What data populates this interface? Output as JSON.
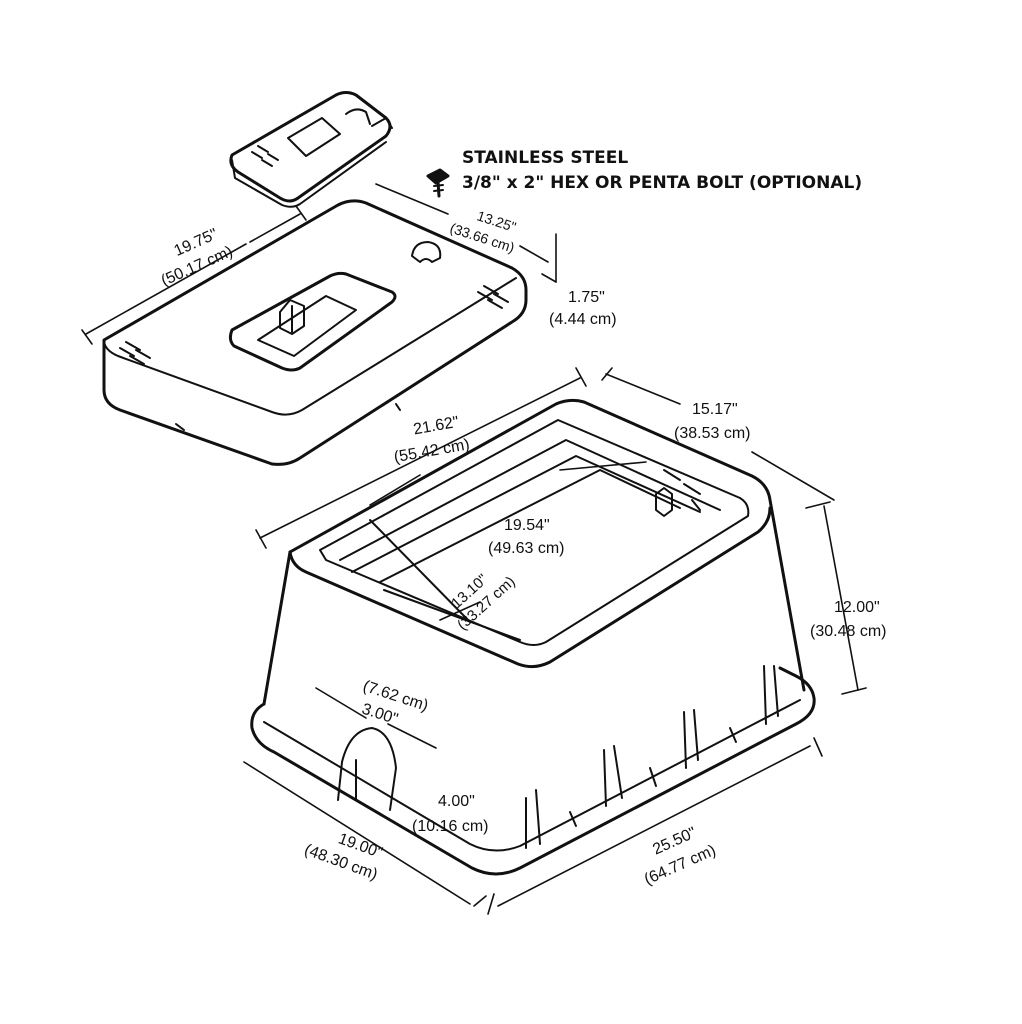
{
  "note": {
    "line1": "STAINLESS STEEL",
    "line2": "3/8\" x 2\" HEX OR PENTA BOLT (OPTIONAL)"
  },
  "dimensions": {
    "lid_length": {
      "imperial": "19.75\"",
      "metric": "(50.17 cm)"
    },
    "lid_width": {
      "imperial": "13.25\"",
      "metric": "(33.66 cm)"
    },
    "lid_height": {
      "imperial": "1.75\"",
      "metric": "(4.44 cm)"
    },
    "top_length": {
      "imperial": "21.62\"",
      "metric": "(55.42 cm)"
    },
    "top_width": {
      "imperial": "15.17\"",
      "metric": "(38.53 cm)"
    },
    "opening_length": {
      "imperial": "19.54\"",
      "metric": "(49.63 cm)"
    },
    "opening_width": {
      "imperial": "13.10\"",
      "metric": "(33.27 cm)"
    },
    "body_height": {
      "imperial": "12.00\"",
      "metric": "(30.48 cm)"
    },
    "cutout_width": {
      "imperial": "3.00\"",
      "metric": "(7.62 cm)"
    },
    "cutout_height": {
      "imperial": "4.00\"",
      "metric": "(10.16 cm)"
    },
    "base_width": {
      "imperial": "19.00\"",
      "metric": "(48.30 cm)"
    },
    "base_length": {
      "imperial": "25.50\"",
      "metric": "(64.77 cm)"
    }
  }
}
